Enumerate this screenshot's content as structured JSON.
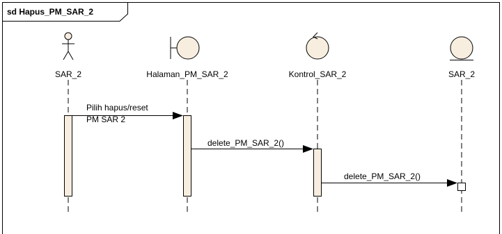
{
  "frame": {
    "title": "sd Hapus_PM_SAR_2"
  },
  "colors": {
    "fill": "#f8eee0",
    "line": "#000000",
    "background": "#ffffff"
  },
  "participants": [
    {
      "name": "SAR_2",
      "icon": "actor-icon"
    },
    {
      "name": "Halaman_PM_SAR_2",
      "icon": "boundary-icon"
    },
    {
      "name": "Kontrol_SAR_2",
      "icon": "control-icon"
    },
    {
      "name": "SAR_2",
      "icon": "entity-icon"
    }
  ],
  "messages": [
    {
      "from": 0,
      "to": 1,
      "label_line1": "Pilih hapus/reset",
      "label_line2": "PM SAR 2"
    },
    {
      "from": 1,
      "to": 2,
      "label_line1": "delete_PM_SAR_2()"
    },
    {
      "from": 2,
      "to": 3,
      "label_line1": "delete_PM_SAR_2()"
    }
  ]
}
